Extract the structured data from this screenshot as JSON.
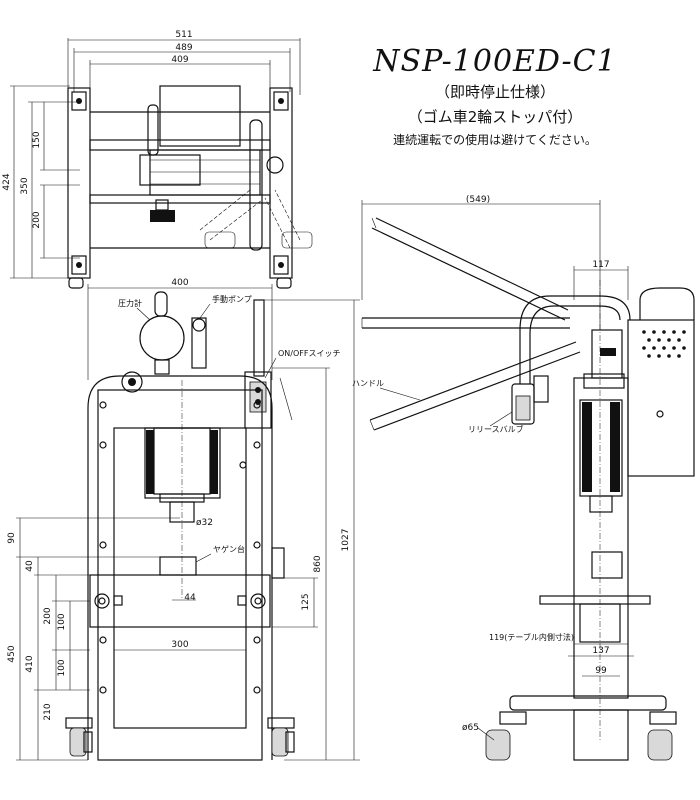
{
  "title": {
    "model": "NSP-100ED-C1",
    "spec": "（即時停止仕様）",
    "option": "（ゴム車2輪ストッパ付）",
    "note": "連続運転での使用は避けてください。"
  },
  "top_view_dims": {
    "w511": "511",
    "w489": "489",
    "w409": "409",
    "h424": "424",
    "h150": "150",
    "h350": "350",
    "h200": "200"
  },
  "front_view": {
    "dims": {
      "w400": "400",
      "d32": "ø32",
      "d44": "44",
      "w300": "300",
      "h90": "90",
      "h40": "40",
      "h200": "200",
      "h100a": "100",
      "h100b": "100",
      "h450": "450",
      "h410": "410",
      "h210": "210",
      "h125": "125",
      "h860": "860",
      "h1027": "1027"
    },
    "labels": {
      "gauge": "圧力計",
      "pump": "手動ポンプ",
      "switch": "ON/OFFスイッチ",
      "anvil": "ヤゲン台"
    }
  },
  "side_view": {
    "dims": {
      "w549": "(549)",
      "w117": "117",
      "w119": "119(テーブル内側寸法)",
      "w137": "137",
      "w99": "99",
      "d65": "ø65"
    },
    "labels": {
      "handle": "ハンドル",
      "release": "リリースバルブ"
    }
  }
}
